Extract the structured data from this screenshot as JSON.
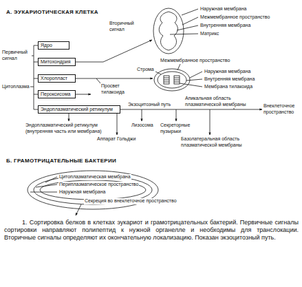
{
  "diagram": {
    "caption": "1. Сортировка белков в клетках эукариот и грамотрицательных бактерий. Первичные сигналы сортировки направляют полипептид к нужной органелле и необходимы для транслокации. Вторичные сигналы определяют их окончательную локализацию. Показан экзоцитозный путь.",
    "nodes": [
      {
        "text": [
          "Ядро"
        ]
      },
      {
        "text": [
          "Митохондрия"
        ]
      },
      {
        "text": [
          "Хлоропласт"
        ]
      },
      {
        "text": [
          "Пероксисома"
        ]
      },
      {
        "text": [
          "Эндоплазматический ретикулум"
        ]
      }
    ],
    "labels": [
      "А. ЭУКАРИОТИЧЕСКАЯ КЛЕТКА",
      "Первичный сигнал",
      "Цитоплазма",
      "Вторичный сигнал",
      "Наружная мембрана",
      "Межмембранное пространство",
      "Внутренняя мембрана",
      "Матрикс",
      "Межмембранное пространство",
      "Строма",
      "Наружная мембрана",
      "Внутренняя мембрана",
      "Мембрана тилакоида",
      "Просвет тилакоида",
      "Экзоцитозный путь",
      "Апикальная область плазматической мембраны",
      "Внеклеточное пространство",
      "Эндоплазматический ретикулум (внутренняя часть или мембрана)",
      "Аппарат Гольджи",
      "Лизосома",
      "Секреторные пузырьки",
      "Базолатеральная область плазматической мембраны",
      "Б. ГРАМОТРИЦАТЕЛЬНЫЕ БАКТЕРИИ",
      "Цитоплазматическая мембрана",
      "Периплазматическое пространство",
      "Наружная мембрана",
      "Секреция во внеклеточное пространство"
    ]
  }
}
